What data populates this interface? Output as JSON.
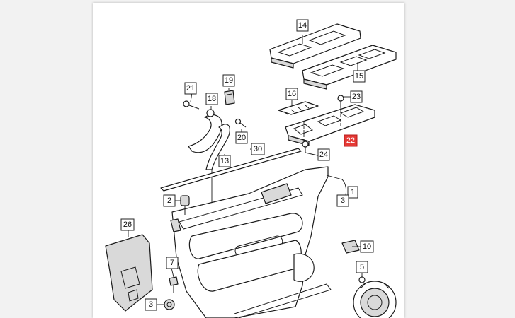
{
  "diagram": {
    "callouts": [
      {
        "id": "c14",
        "label": "14"
      },
      {
        "id": "c15",
        "label": "15"
      },
      {
        "id": "c19",
        "label": "19"
      },
      {
        "id": "c21",
        "label": "21"
      },
      {
        "id": "c18",
        "label": "18"
      },
      {
        "id": "c16",
        "label": "16"
      },
      {
        "id": "c23",
        "label": "23"
      },
      {
        "id": "c20",
        "label": "20"
      },
      {
        "id": "c22",
        "label": "22",
        "highlight": true
      },
      {
        "id": "c24",
        "label": "24"
      },
      {
        "id": "c30",
        "label": "30"
      },
      {
        "id": "c13",
        "label": "13"
      },
      {
        "id": "c1",
        "label": "1"
      },
      {
        "id": "c3a",
        "label": "3"
      },
      {
        "id": "c2",
        "label": "2"
      },
      {
        "id": "c26",
        "label": "26"
      },
      {
        "id": "c10",
        "label": "10"
      },
      {
        "id": "c7",
        "label": "7"
      },
      {
        "id": "c5",
        "label": "5"
      },
      {
        "id": "c3b",
        "label": "3"
      }
    ],
    "colors": {
      "highlight_box": "#e53935",
      "line": "#1a1a1a",
      "paper": "#ffffff",
      "background": "#f2f2f2"
    }
  }
}
